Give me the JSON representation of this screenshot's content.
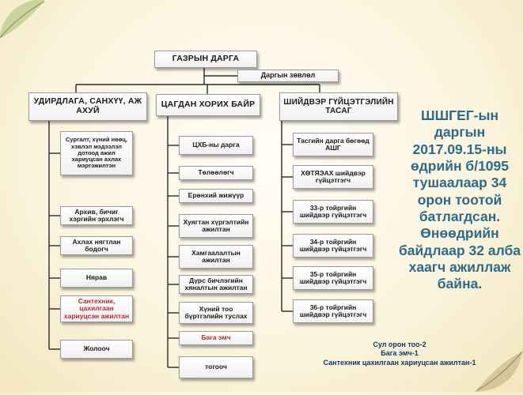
{
  "chart": {
    "top": "ГАЗРЫН ДАРГА",
    "deputy": "Даргын зөвлөл",
    "col1": {
      "header": "УДИРДЛАГА, САНХҮҮ, АЖ АХУЙ",
      "items": [
        "Сургалт, хүний нөөц, хэвлэл мэдээлэл дотоод ажил хариуцсан ахлах мэргэжилтэн",
        "Архив, бичиг хэргийн эрхлэгч",
        "Ахлах нягтлан бодогч",
        "Нярав",
        "Сантехник, цахилгаан хариуцсан ажилтан",
        "Жолооч"
      ]
    },
    "col2": {
      "header": "ЦАГДАН ХОРИХ БАЙР",
      "items": [
        "ЦХБ-ны дарга",
        "Төлөөлөгч",
        "Ерөнхий жижүүр",
        "Хуягтан хүргэлтийн ажилтан",
        "Хамгаалалтын ажилтан",
        "Дүрс бичлэгийн хяналтын ажилтан",
        "Хүний тоо бүртгэлийн туслах",
        "Бага эмч",
        "тогооч"
      ]
    },
    "col3": {
      "header": "ШИЙДВЭР ГҮЙЦЭТГЭЛИЙН ТАСАГ",
      "items": [
        "Тасгийн дарга бөгөөд АШГ",
        "ХӨТЯЭАХ шийдвэр гүйцэтгэгч",
        "33-р тойргийн шийдвэр гүйцэтгэгч",
        "34-р тойргийн шийдвэр гүйцэтгэгч",
        "35-р тойргийн шийдвэр гүйцэтгэгч",
        "36-р тойргийн шийдвэр гүйцэтгэгч"
      ]
    }
  },
  "right_text": "ШШГЕГ-ын даргын 2017.09.15-ны өдрийн б/1095 тушаалаар 34 орон тоотой батлагдсан. Өнөөдрийн байдлаар 32 алба хаагч ажиллаж байна.",
  "notes": [
    "Сул орон тоо-2",
    "Бага эмч-1",
    "Сантехник цахилгаан хариуцсан ажилтан-1"
  ],
  "colors": {
    "text_blue": "#2d6a8c",
    "notes_blue": "#12386a",
    "red": "#c0282d"
  }
}
